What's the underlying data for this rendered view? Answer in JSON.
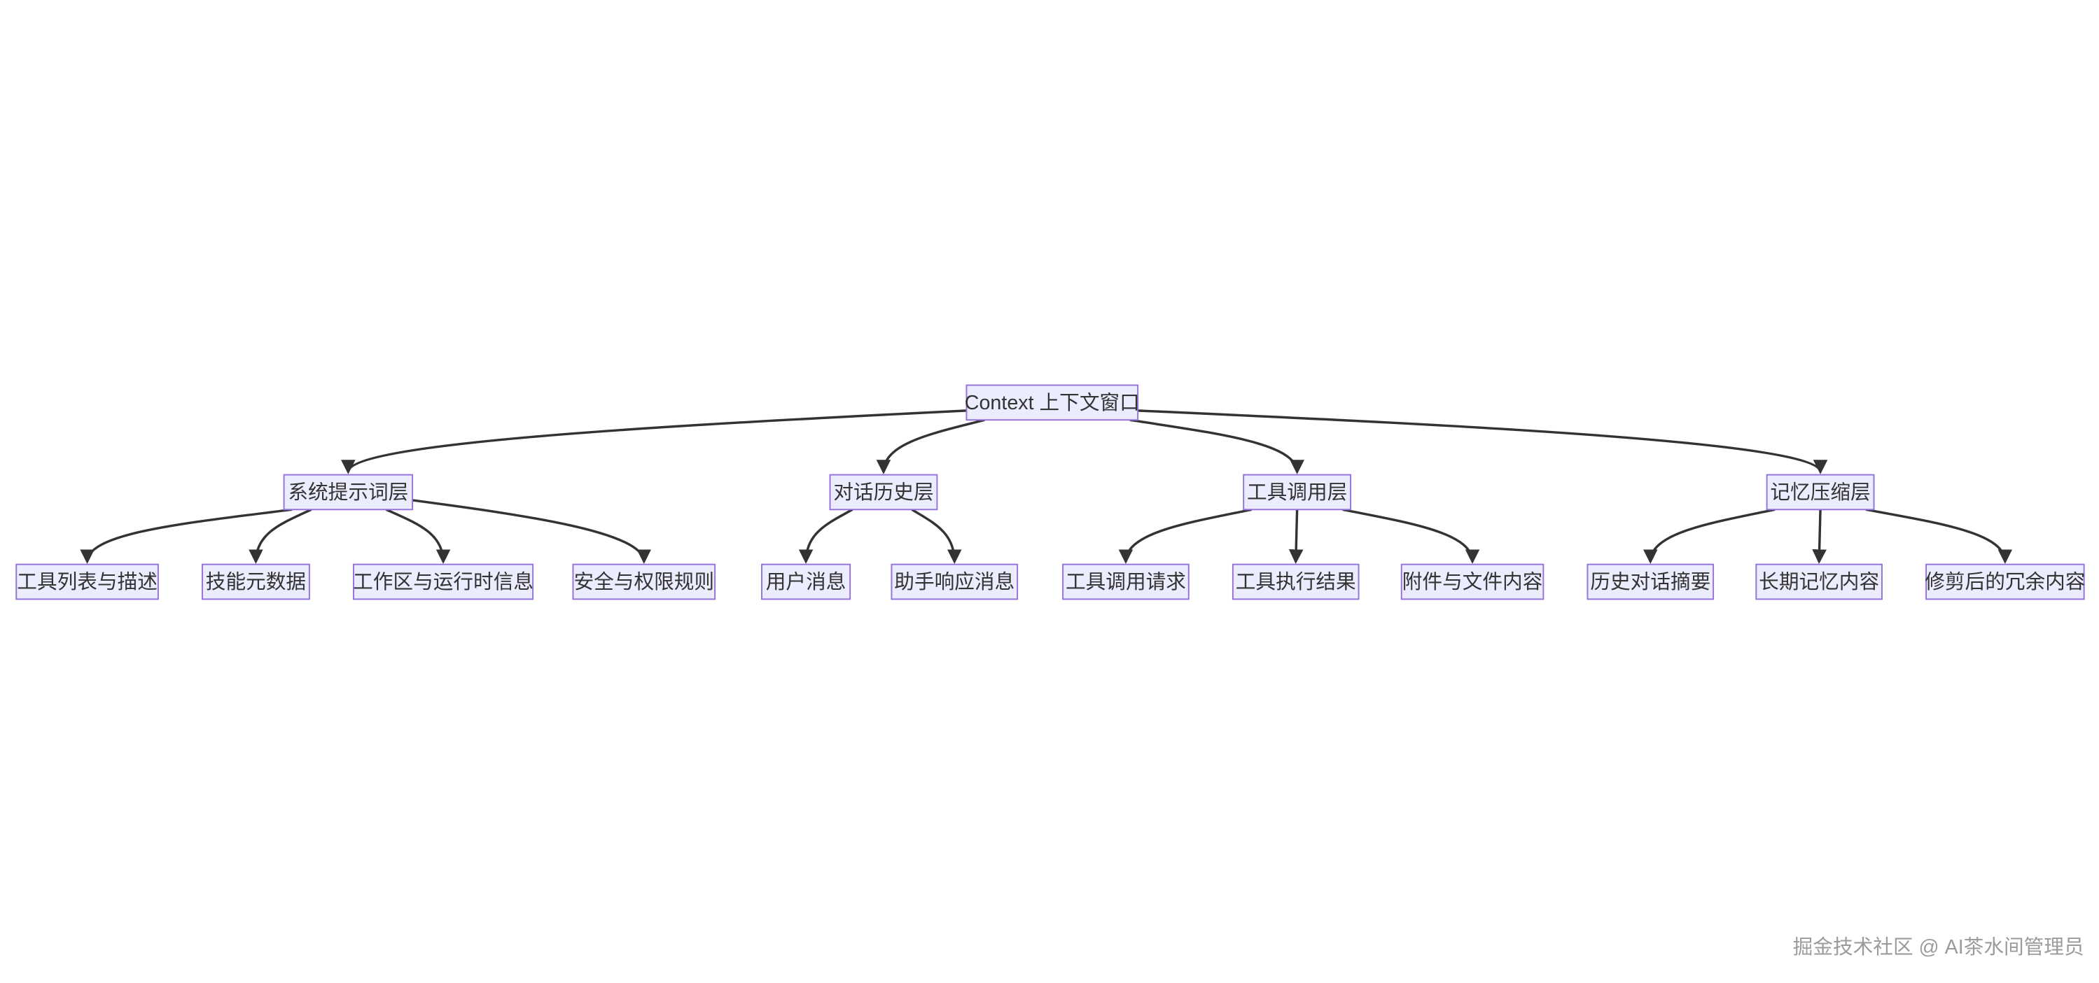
{
  "page": {
    "background": "#ffffff"
  },
  "colors": {
    "node_fill": "#ECECFF",
    "node_border": "#9370DB",
    "node_text": "#333333",
    "edge": "#333333",
    "watermark": "#9b9b9b"
  },
  "watermark": {
    "text": "掘金技术社区 @ AI茶水间管理员"
  },
  "diagram": {
    "type": "flowchart-tree",
    "direction": "top-down",
    "root_label": "Context 上下文窗口",
    "nodes": [
      {
        "id": "root",
        "label": "Context 上下文窗口",
        "parent": null
      },
      {
        "id": "sys",
        "label": "系统提示词层",
        "parent": "root"
      },
      {
        "id": "hist",
        "label": "对话历史层",
        "parent": "root"
      },
      {
        "id": "tool",
        "label": "工具调用层",
        "parent": "root"
      },
      {
        "id": "mem",
        "label": "记忆压缩层",
        "parent": "root"
      },
      {
        "id": "sys-1",
        "label": "工具列表与描述",
        "parent": "sys"
      },
      {
        "id": "sys-2",
        "label": "技能元数据",
        "parent": "sys"
      },
      {
        "id": "sys-3",
        "label": "工作区与运行时信息",
        "parent": "sys"
      },
      {
        "id": "sys-4",
        "label": "安全与权限规则",
        "parent": "sys"
      },
      {
        "id": "hist-1",
        "label": "用户消息",
        "parent": "hist"
      },
      {
        "id": "hist-2",
        "label": "助手响应消息",
        "parent": "hist"
      },
      {
        "id": "tool-1",
        "label": "工具调用请求",
        "parent": "tool"
      },
      {
        "id": "tool-2",
        "label": "工具执行结果",
        "parent": "tool"
      },
      {
        "id": "tool-3",
        "label": "附件与文件内容",
        "parent": "tool"
      },
      {
        "id": "mem-1",
        "label": "历史对话摘要",
        "parent": "mem"
      },
      {
        "id": "mem-2",
        "label": "长期记忆内容",
        "parent": "mem"
      },
      {
        "id": "mem-3",
        "label": "修剪后的冗余内容",
        "parent": "mem"
      }
    ]
  }
}
